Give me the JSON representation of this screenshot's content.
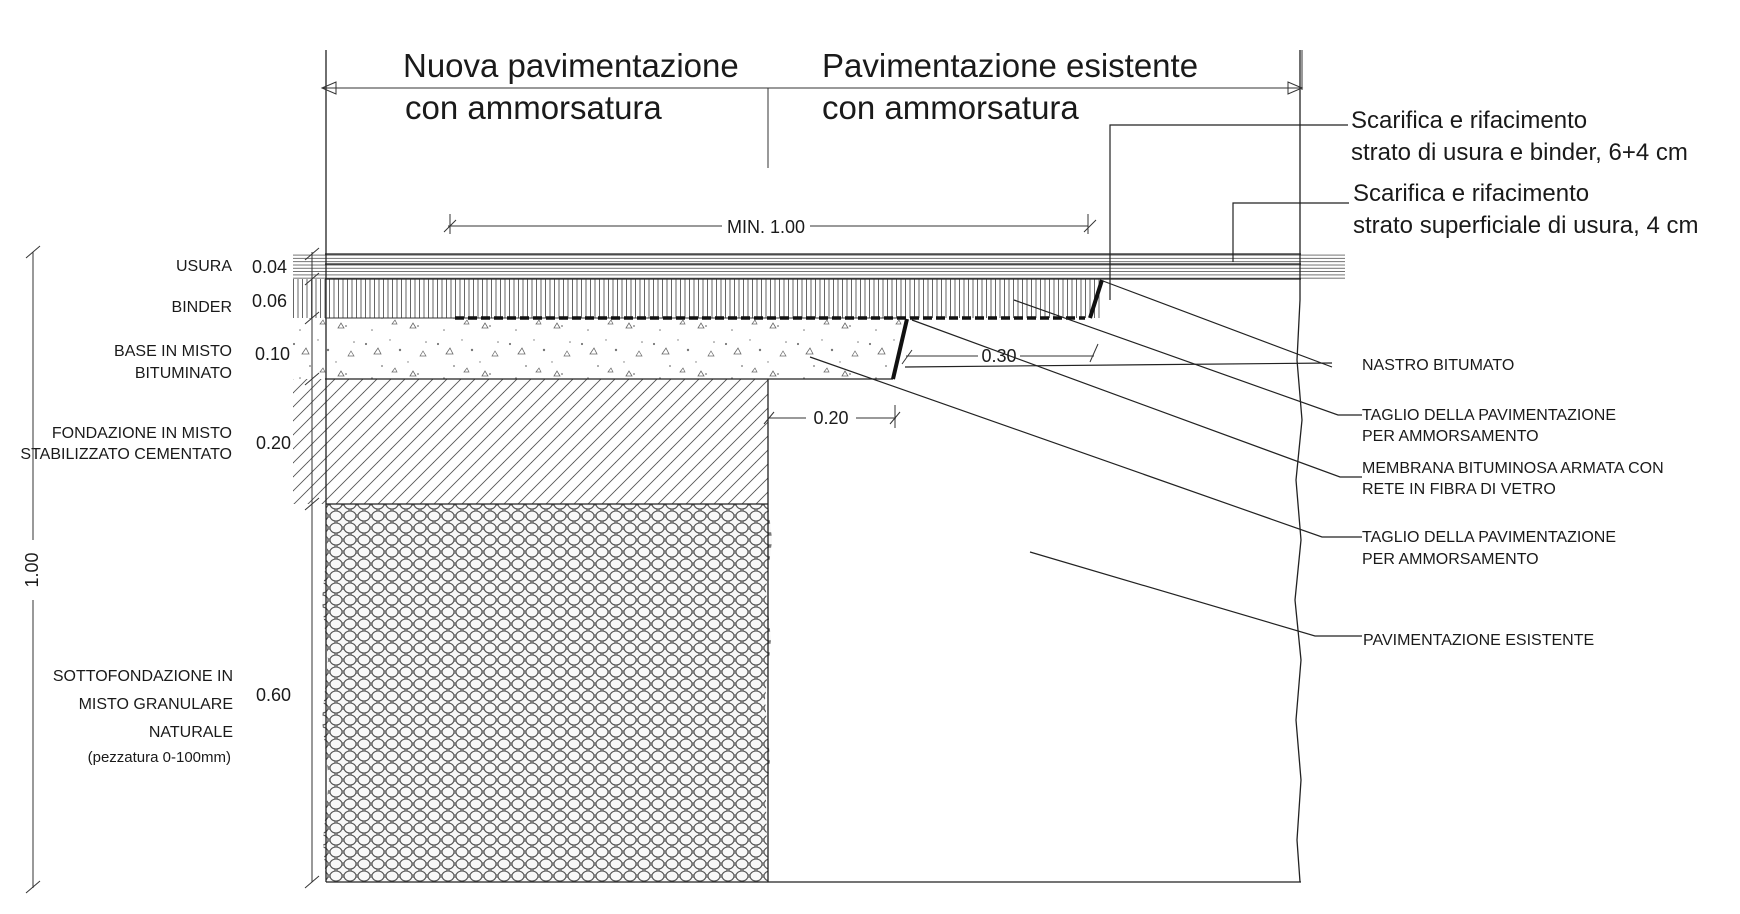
{
  "headings": {
    "new_line1": "Nuova pavimentazione",
    "new_line2": "con ammorsatura",
    "existing_line1": "Pavimentazione esistente",
    "existing_line2": "con ammorsatura"
  },
  "callouts": {
    "milling_full_line1": "Scarifica e rifacimento",
    "milling_full_line2": "strato di usura e binder, 6+4 cm",
    "milling_top_line1": "Scarifica e rifacimento",
    "milling_top_line2": "strato superficiale di usura, 4 cm"
  },
  "layers": [
    {
      "name_lines": [
        "USURA"
      ],
      "thickness": "0.04"
    },
    {
      "name_lines": [
        "BINDER"
      ],
      "thickness": "0.06"
    },
    {
      "name_lines": [
        "BASE IN MISTO",
        "BITUMINATO"
      ],
      "thickness": "0.10"
    },
    {
      "name_lines": [
        "FONDAZIONE IN MISTO",
        "STABILIZZATO CEMENTATO"
      ],
      "thickness": "0.20"
    },
    {
      "name_lines": [
        "SOTTOFONDAZIONE IN",
        "MISTO GRANULARE",
        "NATURALE",
        "(pezzatura 0-100mm)"
      ],
      "thickness": "0.60"
    }
  ],
  "total_depth": "1.00",
  "dimensions": {
    "min_overlap": "MIN. 1.00",
    "step_binder": "0.30",
    "step_base": "0.20"
  },
  "notes": {
    "nastro": "NASTRO BITUMATO",
    "taglio1_line1": "TAGLIO DELLA PAVIMENTAZIONE",
    "taglio1_line2": "PER AMMORSAMENTO",
    "membrana_line1": "MEMBRANA BITUMINOSA ARMATA CON",
    "membrana_line2": "RETE IN FIBRA DI VETRO",
    "taglio2_line1": "TAGLIO DELLA PAVIMENTAZIONE",
    "taglio2_line2": "PER AMMORSAMENTO",
    "existing": "PAVIMENTAZIONE ESISTENTE"
  },
  "colors": {
    "line": "#1a1a1a",
    "background": "#ffffff"
  }
}
